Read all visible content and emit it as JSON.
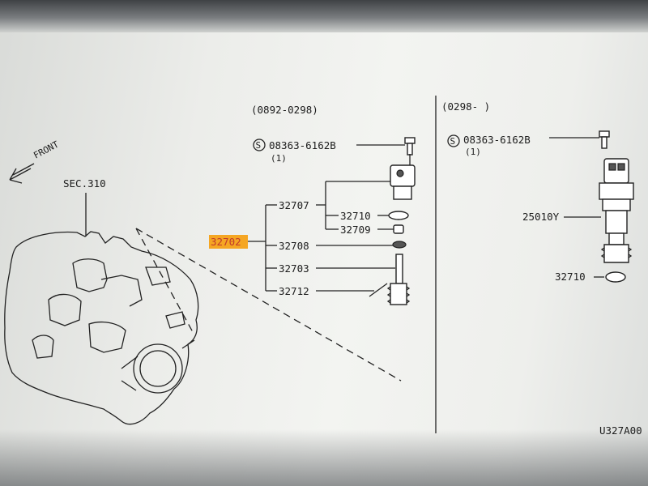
{
  "diagram": {
    "direction_label": "FRONT",
    "section_ref": "SEC.310",
    "left_panel": {
      "date_range": "(0892-0298)",
      "bolt_part": "08363-6162B",
      "bolt_qty": "(1)",
      "assembly_part": "32702",
      "parts": [
        "32707",
        "32710",
        "32709",
        "32708",
        "32703",
        "32712"
      ]
    },
    "right_panel": {
      "date_range": "(0298-          )",
      "bolt_part": "08363-6162B",
      "bolt_qty": "(1)",
      "sensor_part": "25010Y",
      "oring_part": "32710"
    },
    "figure_code": "U327A00"
  }
}
